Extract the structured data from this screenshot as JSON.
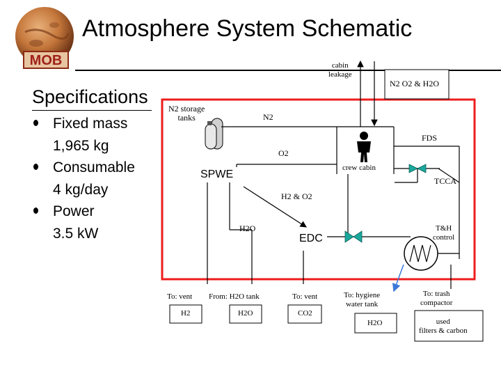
{
  "slide": {
    "title": "Atmosphere System Schematic",
    "logo_text": "MOB"
  },
  "specifications": {
    "heading": "Specifications",
    "items": [
      {
        "line1": "Fixed mass",
        "line2": "1,965 kg"
      },
      {
        "line1": "Consumable",
        "line2": "4 kg/day"
      },
      {
        "line1": "Power",
        "line2": "3.5 kW"
      }
    ]
  },
  "diagram": {
    "cabin_leakage_1": "cabin",
    "cabin_leakage_2": "leakage",
    "n2_o2_h2o": "N2 O2 & H2O",
    "n2_storage_1": "N2 storage",
    "n2_storage_2": "tanks",
    "n2": "N2",
    "fds": "FDS",
    "o2": "O2",
    "crew_cabin": "crew cabin",
    "spwe": "SPWE",
    "tcca": "TCCA",
    "h2_o2": "H2 & O2",
    "h2o": "H2O",
    "edc": "EDC",
    "th_control_1": "T&H",
    "th_control_2": "control"
  },
  "outputs": [
    {
      "top": "To: vent",
      "bottom": "H2"
    },
    {
      "top": "From: H2O tank",
      "bottom": "H2O"
    },
    {
      "top": "To: vent",
      "bottom": "CO2"
    },
    {
      "top": "To: hygiene",
      "top2": "water tank",
      "bottom": "H2O"
    },
    {
      "top": "To: trash",
      "top2": "compactor",
      "bottom": "used",
      "bottom2": "filters & carbon"
    }
  ],
  "colors": {
    "boundary": "#ee1c1c",
    "hygiene_line": "#3c78d8",
    "valve": "#1aa89c",
    "mars": "#c4763a"
  },
  "icons": [
    "mars-logo-icon",
    "gas-tank-icon",
    "crew-person-icon",
    "valve-icon",
    "heat-exchanger-icon"
  ]
}
